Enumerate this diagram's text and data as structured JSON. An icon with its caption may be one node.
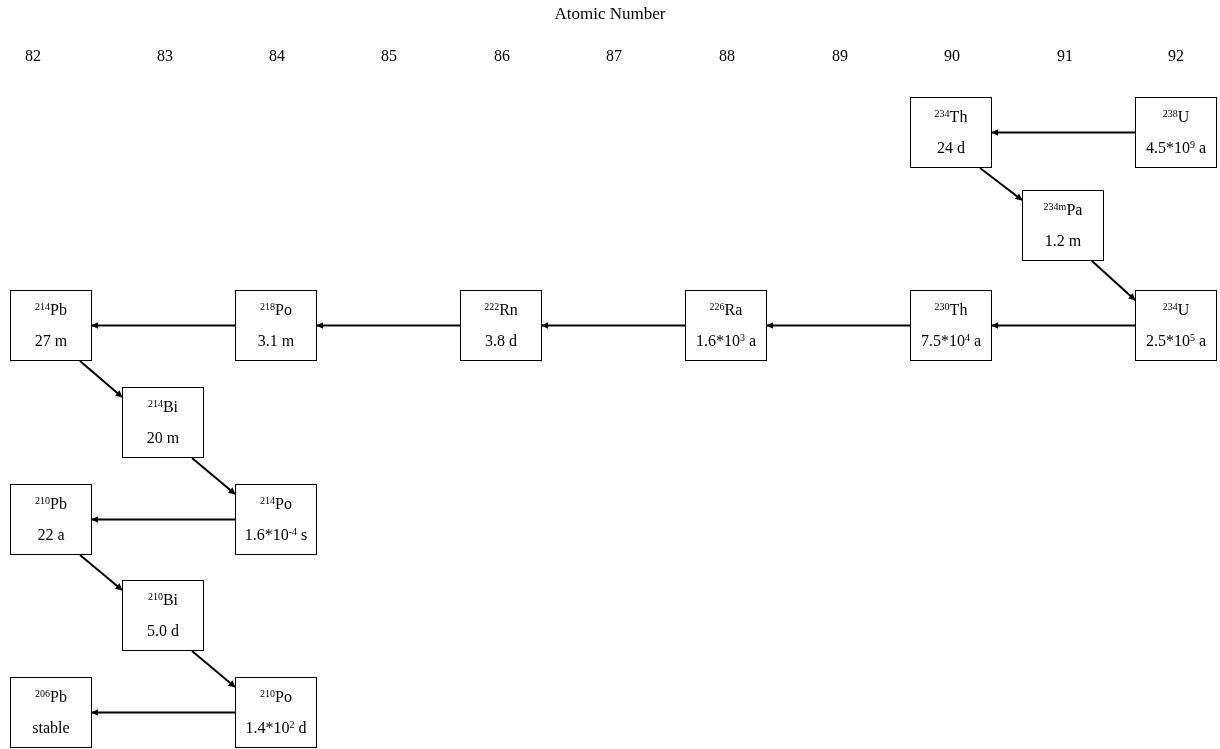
{
  "diagram": {
    "nodes": [
      {
        "text": [
          "$^{234}$Th",
          "24 d"
        ]
      },
      {
        "text": [
          "$^{238}$U",
          "4.5*10$^{9}$ a"
        ]
      },
      {
        "text": [
          "$^{234m}$Pa",
          "1.2 m"
        ]
      },
      {
        "text": [
          "$^{214}$Pb",
          "27 m"
        ]
      },
      {
        "text": [
          "$^{218}$Po",
          "3.1 m"
        ]
      },
      {
        "text": [
          "$^{222}$Rn",
          "3.8 d"
        ]
      },
      {
        "text": [
          "$^{226}$Ra",
          "1.6*10$^{3}$ a"
        ]
      },
      {
        "text": [
          "$^{230}$Th",
          "7.5*10$^{4}$ a"
        ]
      },
      {
        "text": [
          "$^{234}$U",
          "2.5*10$^{5}$ a"
        ]
      },
      {
        "text": [
          "$^{214}$Bi",
          "20 m"
        ]
      },
      {
        "text": [
          "$^{210}$Pb",
          "22 a"
        ]
      },
      {
        "text": [
          "$^{214}$Po",
          "1.6*10$^{-4}$ s"
        ]
      },
      {
        "text": [
          "$^{210}$Bi",
          "5.0 d"
        ]
      },
      {
        "text": [
          "$^{206}$Pb",
          "stable"
        ]
      },
      {
        "text": [
          "$^{210}$Po",
          "1.4*10$^{2}$ d"
        ]
      }
    ],
    "edges": [
      {
        "from": 1,
        "to": 0,
        "arrow": "to"
      },
      {
        "from": 0,
        "to": 2,
        "arrow": "to"
      },
      {
        "from": 2,
        "to": 8,
        "arrow": "to"
      },
      {
        "from": 8,
        "to": 7,
        "arrow": "to"
      },
      {
        "from": 7,
        "to": 6,
        "arrow": "to"
      },
      {
        "from": 6,
        "to": 5,
        "arrow": "to"
      },
      {
        "from": 5,
        "to": 4,
        "arrow": "to"
      },
      {
        "from": 4,
        "to": 3,
        "arrow": "to"
      },
      {
        "from": 3,
        "to": 9,
        "arrow": "to"
      },
      {
        "from": 9,
        "to": 11,
        "arrow": "to"
      },
      {
        "from": 11,
        "to": 10,
        "arrow": "to"
      },
      {
        "from": 10,
        "to": 12,
        "arrow": "to"
      },
      {
        "from": 12,
        "to": 14,
        "arrow": "to"
      },
      {
        "from": 14,
        "to": 13,
        "arrow": "to"
      }
    ],
    "labels": [
      "Atomic Number",
      "82",
      "83",
      "84",
      "85",
      "86",
      "87",
      "88",
      "89",
      "90",
      "91",
      "92"
    ]
  }
}
